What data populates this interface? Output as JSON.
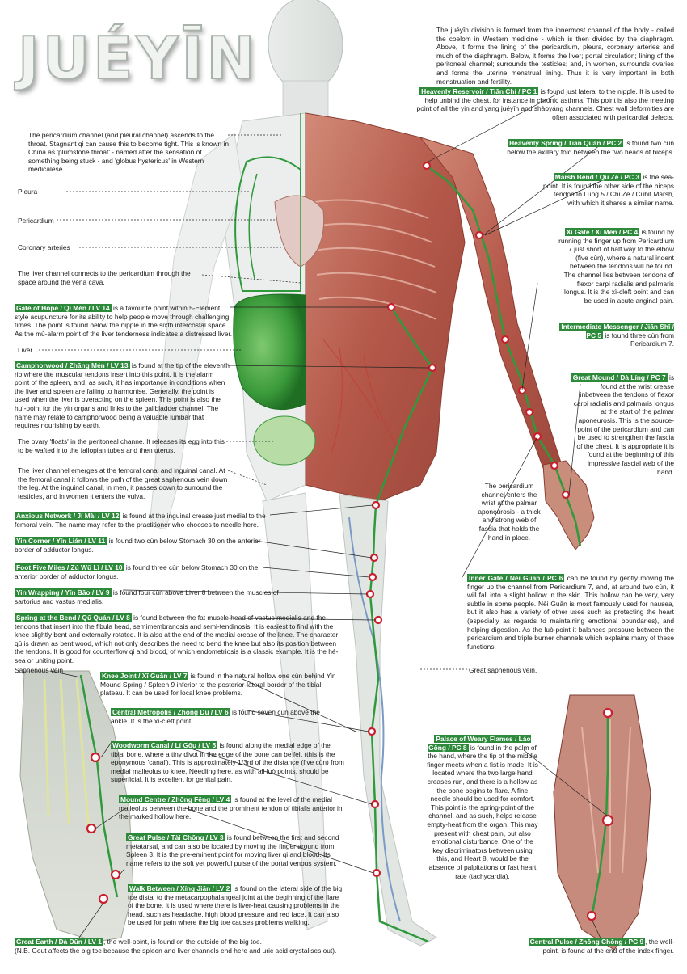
{
  "title": "JUÉYĪN",
  "intro": "The juéyīn division is formed from the innermost channel of the body - called the coelom in Western medicine - which is then divided by the diaphragm. Above, it forms the lining of the pericardium, pleura, coronary arteries and much of the diaphragm. Below, it forms the liver; portal circulation; lining of the peritoneal channel; surrounds the testicles; and, in women, surrounds ovaries and forms the uterine menstrual lining. Thus it is very important in both menstruation and fertility.",
  "notes": {
    "throat": "The pericardium channel (and pleural channel) ascends to the throat. Stagnant qi can cause this to become tight. This is known in China as 'plumstone throat' - named after the sensation of something being stuck - and 'globus hystericus' in Western medicalese.",
    "pleura": "Pleura",
    "pericardium": "Pericardium",
    "coronary": "Coronary arteries",
    "liver_connect": "The liver channel connects to the pericardium through the space around the vena cava.",
    "liver": "Liver",
    "ovary": "The ovary 'floats' in the peritoneal channe. It releases its egg into this to be wafted into the fallopian tubes and then uterus.",
    "femoral": "The liver channel emerges at the femoral canal and inguinal canal. At the femoral canal it follows the path of the great saphenous vein down the leg. At the inguinal canal, in men, it passes down to surround the testicles, and in women it enters the vulva.",
    "saphenous": "Saphenous vein",
    "great_saphenous": "Great saphenous vein.",
    "palmar": "The pericardium channel enters the wrist at the palmar aponeurosis - a thick and strong web of fascia that holds the hand in place."
  },
  "points": {
    "pc1": {
      "label": "Heavenly Reservoir / Tiān Chí / PC 1",
      "text": " is found just lateral to the nipple. It is used to help unbind the chest, for instance in chronic asthma. This point is also the meeting point of all the yin and yang juéyīn and shàoyáng channels. Chest wall deformities are often associated with pericardial defects."
    },
    "pc2": {
      "label": "Heavenly Spring / Tiān Quán / PC 2",
      "text": " is found two cùn below the axillary fold between the two heads of biceps."
    },
    "pc3": {
      "label": "Marsh Bend / Qū Zé / PC 3",
      "text": " is the sea-point. It is found the other side of the biceps tendon to Lung 5 / Chǐ Zé / Cubit Marsh, with which it shares a similar name."
    },
    "pc4": {
      "label": "Xì Gate / Xī Mén / PC 4",
      "text": " is found by running the finger up from Pericardium 7 just short of half way to the elbow (five cùn), where a natural indent between the tendons will be found. The channel lies between tendons of flexor carpi radialis and palmaris longus. It is the xì-cleft point and can be used in acute anginal pain."
    },
    "pc5": {
      "label": "Intermediate Messenger / Jiān Shǐ / PC 5",
      "text": " is found three cùn from Pericardium 7."
    },
    "pc7": {
      "label": "Great Mound / Dà Líng / PC 7",
      "text": " is found at the wrist crease inbetween the tendons of flexor carpi radialis and palmaris longus at the start of the palmar aponeurosis. This is the source-point of the pericardium and can be used to strengthen the fascia of the chest. It is appropriate it is found at the beginning of this impressive fascial web of the hand."
    },
    "pc6": {
      "label": "Inner Gate / Nèi Guān / PC 6",
      "text": " can be found by gently moving the finger up the channel from Pericardium 7, and, at around two cùn, it will fall into a slight hollow in the skin. This hollow can be very, very subtle in some people. Nèi Guān is most famously used for nausea, but it also has a variety of other uses such as protecting the heart (especially as regards to maintaining emotional boundaries), and helping digestion. As the luò-point it balances pressure between the pericardium and triple burner channels which explains many of these functions."
    },
    "pc8": {
      "label": "Palace of Weary Flames / Láo Gōng / PC 8",
      "text": " is found in the palm of the hand, where the tip of the middle finger meets when a fist is made. It is located where the two large hand creases run, and there is a hollow as the bone begins to flare. A fine needle should be used for comfort. This point is the spring-point of the channel, and as such, helps release empty-heat from the organ. This may present with chest pain, but also emotional disturbance. One of the key discriminators between using this, and Heart 8, would be the absence of palpitations or fast heart rate (tachycardia)."
    },
    "pc9": {
      "label": "Central Pulse / Zhōng Chōng / PC 9",
      "text": ", the well-point, is found at the end of the index finger."
    },
    "lv14": {
      "label": "Gate of Hope / Qī Mén / LV 14",
      "text": " is a favourite point within 5-Element style acupuncture for its ability to help people move through challenging times. The point is found below the nipple in the sixth intercostal space. As the mù-alarm point of the liver tenderness indicates a distressed liver."
    },
    "lv13": {
      "label": "Camphorwood / Zhāng Mén / LV 13",
      "text": " is found at the tip of the eleventh rib where the muscular tendons insert into this point. It is the alarm point of the spleen, and, as such, it has importance in conditions when the liver and spleen are failing to harmonise. Generally, the point is used when the liver is overacting on the spleen. This point is also the huì-point for the yin organs and links to the gallbladder channel. The name may relate to camphorwood being a valuable lumbar that requires nourishing by earth."
    },
    "lv12": {
      "label": "Anxious Network / Jí Mài / LV 12",
      "text": " is found at the inguinal crease just medial to the femoral vein. The name may refer to the practitioner who chooses to needle here."
    },
    "lv11": {
      "label": "Yin Corner / Yīn Lián / LV 11",
      "text": " is found two cùn below Stomach 30 on the anterior border of adductor longus."
    },
    "lv10": {
      "label": "Foot Five Miles / Zú Wǔ Lǐ / LV 10",
      "text": " is found three cùn below Stomach 30 on the anterior border of adductor longus."
    },
    "lv9": {
      "label": "Yin Wrapping / Yīn Bāo / LV 9",
      "text": " is found four cùn above Liver 8 between the muscles of sartorius and vastus medialis."
    },
    "lv8": {
      "label": "Spring at the Bend / Qū Quán / LV 8",
      "text": " is found between the fat muscle head of vastus medialis and the tendons that insert into the fibula head, semimembranosis and semi-tendinosis. It is easiest to find with the knee slightly bent and externally rotated. It is also at the end of the medial crease of the knee. The character qū is drawn as bent wood, which not only describes the need to bend the knee but also its position between the tendons. It is good for counterflow qi and blood, of which endometriosis is a classic example. It is the hé-sea or uniting point."
    },
    "lv7": {
      "label": "Knee Joint / Xī Guān / LV 7",
      "text": " is found in the natural hollow one cùn behind Yin Mound Spring / Spleen 9 inferior to the posterior-lateral border of the tibial plateau. It can be used for local knee problems."
    },
    "lv6": {
      "label": "Central Metropolis / Zhōng Dū / LV 6",
      "text": " is found seven cùn above the ankle. It is the xì-cleft point."
    },
    "lv5": {
      "label": "Woodworm Canal / Lí Gōu / LV 5",
      "text": " is found along the medial edge of the tibial bone, where a tiny divot in the edge of the bone can be felt (this is the eponymous 'canal'). This is approximately 1/3rd of the distance (five cùn) from medial malleolus to knee. Needling here, as with all luò points, should be superficial. It is excellent for genital pain."
    },
    "lv4": {
      "label": "Mound Centre / Zhōng Fēng / LV 4",
      "text": " is found at the level of the medial malleolus between the bone and the prominent tendon of tibialis anterior in the marked hollow here."
    },
    "lv3": {
      "label": "Great Pulse / Tài Chōng / LV 3",
      "text": " is found between the first and second metatarsal, and can also be located by moving the finger around from Spleen 3. It is the pre-eminent point for moving liver qi and blood. Its name refers to the soft yet powerful pulse of the portal venous system."
    },
    "lv2": {
      "label": "Walk Between / Xíng Jiān / LV 2",
      "text": " is found on the lateral side of the big toe distal to the metacarpophalangeal joint at the beginning of the flare of the bone. It is used where there is liver-heat causing problems in the head, such as headache, high blood pressure and red face. It can also be used for pain where the big toe causes problems walking."
    },
    "lv1": {
      "label": "Great Earth / Dà Dūn / LV 1",
      "text": ", the well-point, is found on the outside of the big toe.",
      "note": "(N.B. Gout affects the big toe because the spleen and liver channels end here and uric acid crystalises out)."
    }
  },
  "colors": {
    "accent": "#2c8a3a",
    "channel": "#2f9a3c",
    "point": "#c8202e",
    "muscle": "#b9604f"
  }
}
